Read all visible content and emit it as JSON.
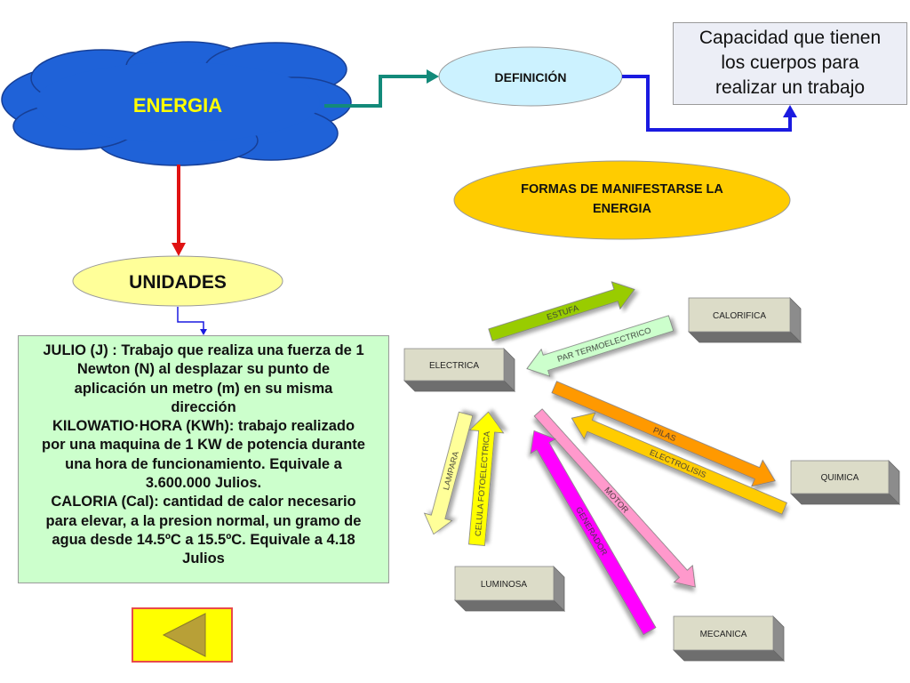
{
  "root": {
    "label": "ENERGIA"
  },
  "definition": {
    "label": "DEFINICIÓN",
    "lines": [
      "Capacidad que tienen",
      "los cuerpos para",
      "realizar un trabajo"
    ]
  },
  "forms": {
    "lines": [
      "FORMAS DE MANIFESTARSE LA",
      "ENERGIA"
    ]
  },
  "units": {
    "label": "UNIDADES",
    "lines": [
      "JULIO (J) : Trabajo que realiza una fuerza de 1",
      "Newton (N) al desplazar su punto de",
      "aplicación un metro (m) en su misma",
      "dirección",
      "KILOWATIO·HORA (KWh): trabajo realizado",
      "por una maquina de 1 KW de potencia durante",
      "una hora de funcionamiento. Equivale a",
      "3.600.000 Julios.",
      "CALORIA (Cal): cantidad de calor necesario",
      "para elevar, a la presion normal, un gramo de",
      "agua desde 14.5ºC  a 15.5ºC. Equivale a 4.18",
      "Julios"
    ]
  },
  "energy_types": {
    "electrica": "ELECTRICA",
    "calorifica": "CALORIFICA",
    "quimica": "QUIMICA",
    "luminosa": "LUMINOSA",
    "mecanica": "MECANICA"
  },
  "devices": {
    "estufa": "ESTUFA",
    "par_termoelectrico": "PAR TERMOELECTRICO",
    "pilas": "PILAS",
    "electrolisis": "ELECTROLISIS",
    "lampara": "LAMPARA",
    "celula_fotoelectrica": "CELULA FOTOELECTRICA",
    "motor": "MOTOR",
    "generador": "GENERADOR"
  },
  "colors": {
    "cloud": "#1f62d8",
    "cloud_text": "#ffff00",
    "definition_fill": "#ccf2ff",
    "forms_fill": "#ffcc00",
    "units_fill": "#ffff99",
    "units_box": "#ccffcc",
    "estufa": "#99cc00",
    "par_termoelectrico": "#ccffcc",
    "pilas": "#ff9900",
    "electrolisis": "#ffcc00",
    "lampara": "#ffff99",
    "celula_fotoelectrica": "#ffff00",
    "motor": "#ff99cc",
    "generador": "#ff00ff",
    "back_button": "#ffff00",
    "back_triangle": "#b8a037"
  },
  "icons": {
    "back": "back-triangle-icon"
  }
}
